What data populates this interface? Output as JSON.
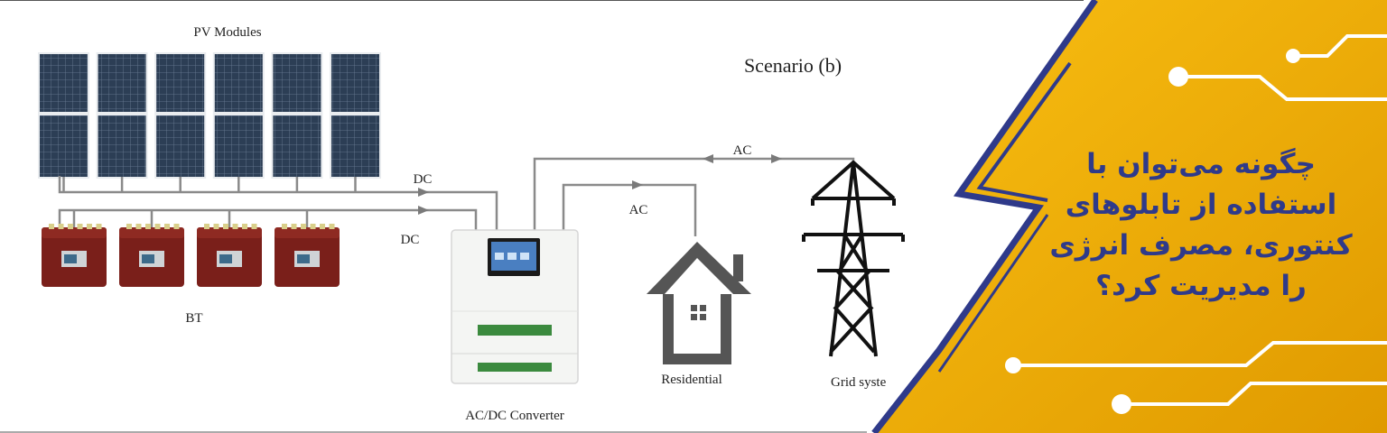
{
  "diagram": {
    "title": "Scenario (b)",
    "labels": {
      "pv": "PV Modules",
      "bt": "BT",
      "dc_top": "DC",
      "dc_bottom": "DC",
      "ac_top": "AC",
      "ac_mid": "AC",
      "converter": "AC/DC Converter",
      "residential": "Residential",
      "grid": "Grid syste"
    },
    "counts": {
      "pv_modules": 6,
      "batteries": 4
    }
  },
  "banner": {
    "lines": [
      "چگونه می‌توان با",
      "استفاده از تابلوهای",
      "کنتوری، مصرف انرژی",
      "را مدیریت کرد؟"
    ],
    "colors": {
      "yellow": "#f6b100",
      "dark_yellow": "#e39e00",
      "text": "#2f3a8a",
      "circuit": "#ffffff"
    }
  }
}
